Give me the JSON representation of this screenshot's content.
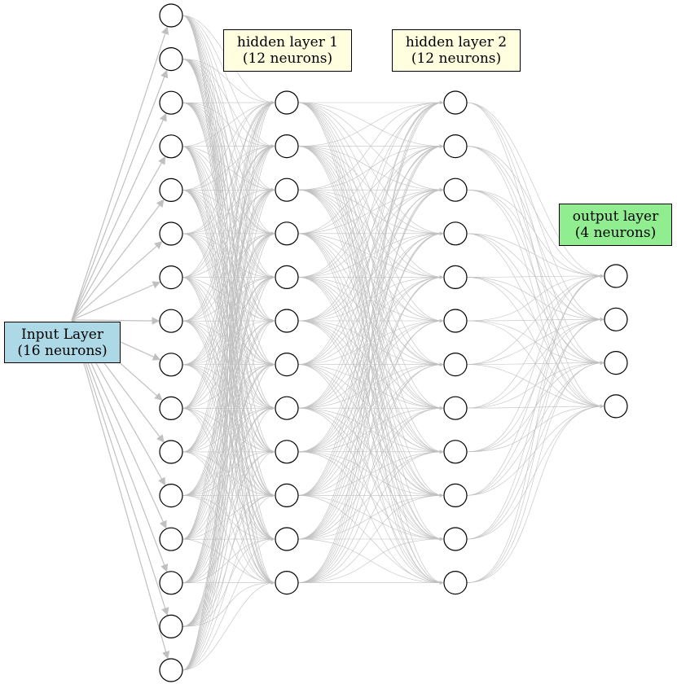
{
  "labels": {
    "input": {
      "line1": "Input Layer",
      "line2": "(16 neurons)",
      "fill": "#add8e6"
    },
    "hidden1": {
      "line1": "hidden layer 1",
      "line2": "(12 neurons)",
      "fill": "#ffffe0"
    },
    "hidden2": {
      "line1": "hidden layer 2",
      "line2": "(12 neurons)",
      "fill": "#ffffe0"
    },
    "output": {
      "line1": "output layer",
      "line2": "(4 neurons)",
      "fill": "#90ee90"
    }
  },
  "layers": [
    {
      "id": "input",
      "neurons": 16
    },
    {
      "id": "hidden1",
      "neurons": 12
    },
    {
      "id": "hidden2",
      "neurons": 12
    },
    {
      "id": "output",
      "neurons": 4
    }
  ],
  "colors": {
    "edge": "#c0c0c0",
    "neuron_stroke": "#000000",
    "neuron_fill": "#ffffff"
  }
}
